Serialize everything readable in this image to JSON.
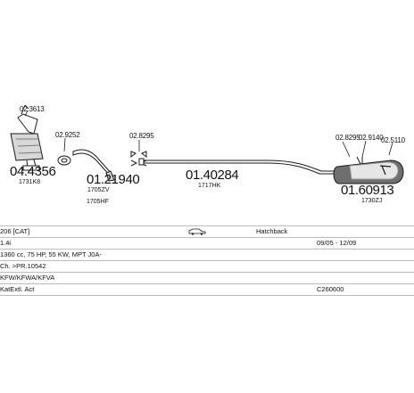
{
  "parts": {
    "cat_ref": "02.3613",
    "cat_code": "04.4356",
    "cat_oem": "1731K8",
    "clamp1_ref": "02.9252",
    "front_pipe_code": "01.21940",
    "front_pipe_oem1": "1705ZV",
    "front_pipe_oem2": "1705HF",
    "clamp2_ref": "02.8295",
    "mid_pipe_code": "01.40284",
    "mid_pipe_oem": "1717HK",
    "rear_ref1": "02.8295",
    "rear_ref2": "02.9140",
    "rear_ref3": "02.5110",
    "rear_silencer_code": "01.60913",
    "rear_silencer_oem": "1730ZJ"
  },
  "info": {
    "model": "206 [CAT]",
    "body_icon": "car-hatchback-icon",
    "body_type": "Hatchback",
    "engine": "1.4i",
    "years": "09/05 - 12/09",
    "spec": "1360 cc, 75 HP, 55 KW, MPT J0A-",
    "chassis": "Ch. >PR.10542",
    "engine_codes": "KFW/KFWA/KFVA",
    "kit_label": "KatExtl. Act",
    "kit_code": "C260600"
  },
  "colors": {
    "line": "#1a1a1a",
    "grid": "#bcbcbc",
    "shade": "#7a7a7a"
  }
}
